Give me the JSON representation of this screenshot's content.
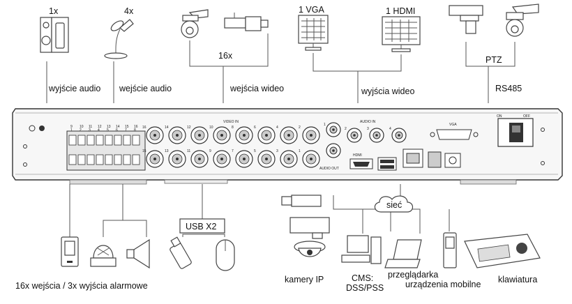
{
  "labels": {
    "speaker_count": "1x",
    "mic_count": "4x",
    "vga": "1 VGA",
    "hdmi": "1 HDMI",
    "audio_out": "wyjście audio",
    "audio_in": "wejście audio",
    "camera_count": "16x",
    "video_in": "wejścia wideo",
    "video_out": "wyjścia wideo",
    "ptz": "PTZ",
    "rs485": "RS485",
    "usb": "USB X2",
    "network": "sieć",
    "alarms": "16x wejścia / 3x wyjścia alarmowe",
    "ip_cameras": "kamery IP",
    "cms_1": "CMS:",
    "cms_2": "DSS/PSS",
    "browser": "przeglądarka",
    "mobile": "urządzenia mobilne",
    "keyboard": "klawiatura"
  },
  "panel": {
    "video_in": "VIDEO IN",
    "audio_in": "AUDIO IN",
    "audio_out": "AUDIO OUT",
    "vga": "VGA",
    "hdmi": "HDMI",
    "on": "ON",
    "off": "OFF",
    "alarm_top": [
      "9",
      "10",
      "11",
      "12",
      "13",
      "14",
      "15",
      "16"
    ],
    "alarm_bottom": [
      "1",
      "2",
      "3",
      "4",
      "5",
      "6",
      "7",
      "8"
    ],
    "bnc_top": [
      "16",
      "14",
      "12",
      "10",
      "8",
      "6",
      "4",
      "2"
    ],
    "bnc_bottom": [
      "15",
      "13",
      "11",
      "9",
      "7",
      "5",
      "3",
      "1"
    ],
    "audio_nums": [
      "1",
      "2",
      "3",
      "4"
    ]
  },
  "colors": {
    "line": "#555555",
    "device": "#444444",
    "panel_fill": "#f7f7f7"
  }
}
